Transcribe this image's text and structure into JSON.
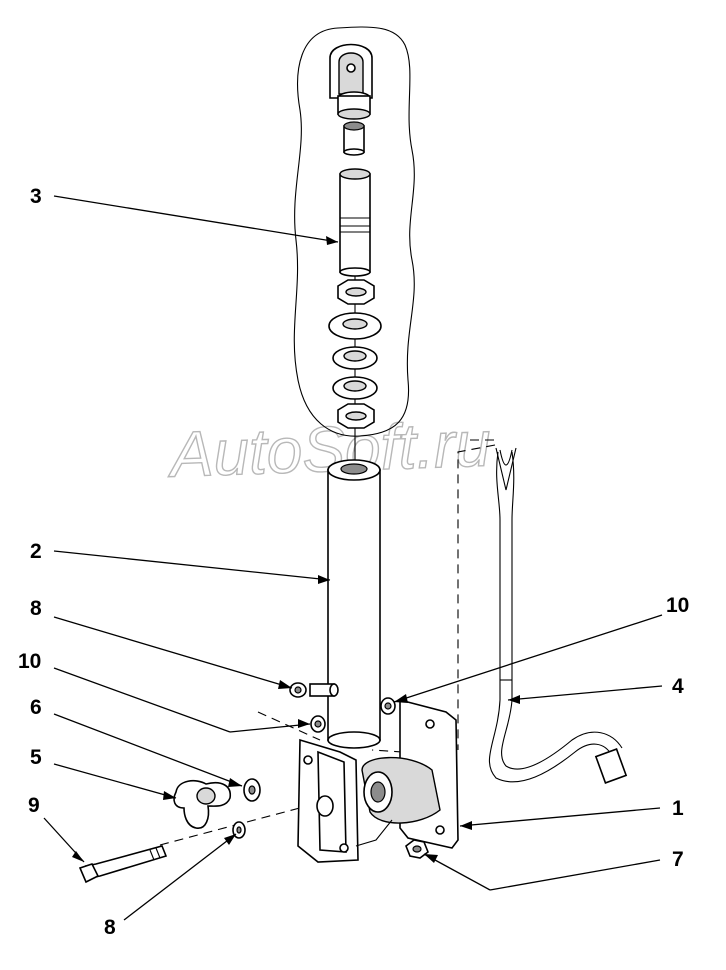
{
  "watermark": "AutoSoft.ru",
  "callouts": {
    "c1": "1",
    "c2": "2",
    "c3": "3",
    "c4": "4",
    "c5": "5",
    "c6": "6",
    "c7": "7",
    "c8_upper": "8",
    "c8_lower": "8",
    "c9": "9",
    "c10_left": "10",
    "c10_right": "10"
  }
}
